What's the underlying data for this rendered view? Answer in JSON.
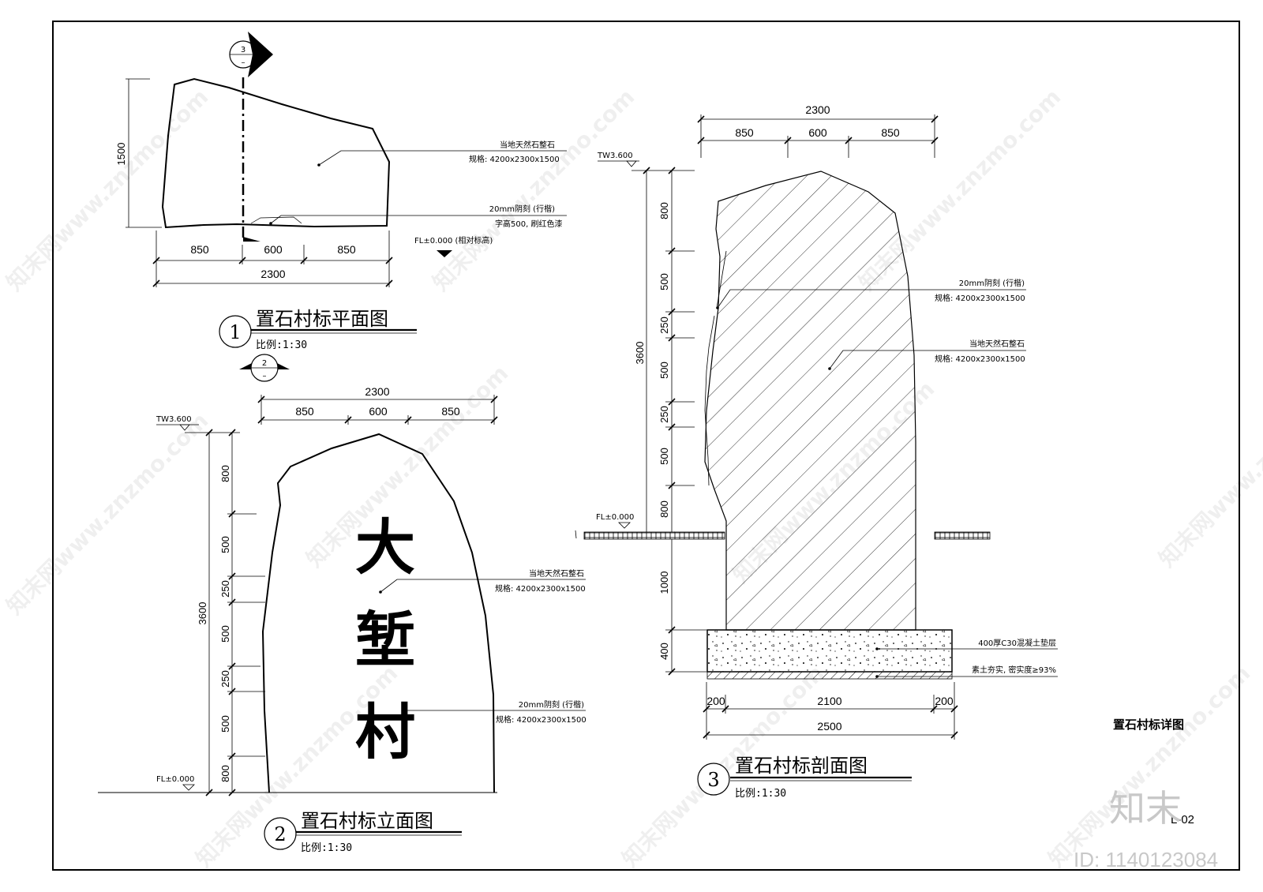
{
  "plan": {
    "section_marker": "3",
    "dims": {
      "total": "2300",
      "a": "850",
      "b": "600",
      "c": "850",
      "depth": "1500"
    },
    "note_stone": [
      "当地天然石整石",
      "规格: 4200x2300x1500"
    ],
    "note_engrave": [
      "20mm阴刻 (行楷)",
      "字高500, 刷红色漆"
    ],
    "level": "FL±0.000 (相对标高)",
    "title_num": "1",
    "title": "置石村标平面图",
    "scale": "比例:1:30"
  },
  "elevation": {
    "view_marker": "2",
    "dims": {
      "total": "2300",
      "a": "850",
      "b": "600",
      "c": "850"
    },
    "height_total": "3600",
    "height_parts": [
      "800",
      "500",
      "250",
      "500",
      "250",
      "500",
      "800"
    ],
    "top_level": "TW3.600",
    "base_level": "FL±0.000",
    "chars": [
      "大",
      "堑",
      "村"
    ],
    "note_stone": [
      "当地天然石整石",
      "规格: 4200x2300x1500"
    ],
    "note_engrave": [
      "20mm阴刻 (行楷)",
      "规格: 4200x2300x1500"
    ],
    "title_num": "2",
    "title": "置石村标立面图",
    "scale": "比例:1:30"
  },
  "section": {
    "dims_top": {
      "total": "2300",
      "a": "850",
      "b": "600",
      "c": "850"
    },
    "top_level": "TW3.600",
    "ground_level": "FL±0.000",
    "height_total": "3600",
    "height_parts": [
      "800",
      "500",
      "250",
      "500",
      "250",
      "500",
      "800"
    ],
    "buried": "1000",
    "footing": "400",
    "dims_bottom": {
      "total": "2500",
      "a": "200",
      "b": "2100",
      "c": "200"
    },
    "note_engrave": [
      "20mm阴刻 (行楷)",
      "规格: 4200x2300x1500"
    ],
    "note_stone": [
      "当地天然石整石",
      "规格: 4200x2300x1500"
    ],
    "note_concrete": "400厚C30混凝土垫层",
    "note_soil": "素土夯实, 密实度≥93%",
    "title_num": "3",
    "title": "置石村标剖面图",
    "scale": "比例:1:30"
  },
  "sheet": {
    "drawing_title": "置石村标详图",
    "sheet_no": "L-02",
    "watermark": "知末网www.znzmo.com",
    "logo": "知末",
    "id_label": "ID: 1140123084"
  }
}
